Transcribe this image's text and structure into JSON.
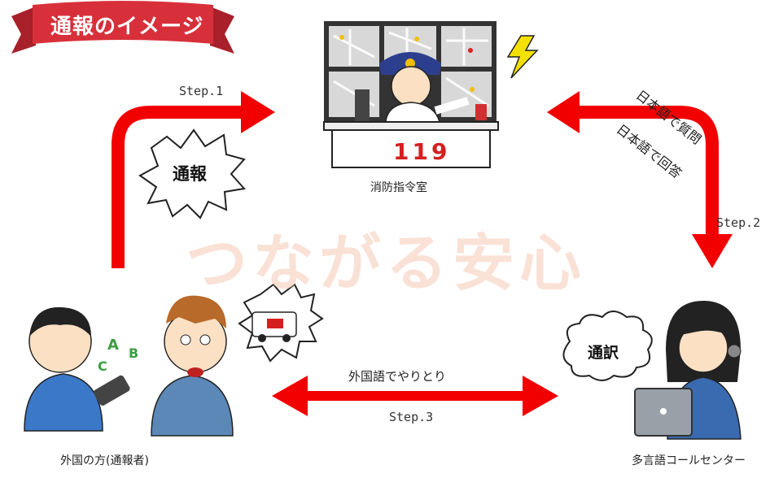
{
  "banner": {
    "title": "通報のイメージ"
  },
  "watermark": "つながる安心",
  "nodes": {
    "dispatch": {
      "label": "消防指令室",
      "board_number": "119"
    },
    "caller": {
      "label": "外国の方(通報者)"
    },
    "callcenter": {
      "label": "多言語コールセンター"
    }
  },
  "edges": {
    "step1": {
      "step": "Step.1",
      "bubble": "通報"
    },
    "step2": {
      "step": "Step.2",
      "line1": "日本語で質問",
      "line2": "日本語で回答"
    },
    "step3": {
      "step": "Step.3",
      "caption": "外国語でやりとり",
      "bubble": "通訳"
    }
  },
  "colors": {
    "arrow": "#f20000",
    "ribbon": "#d8303a",
    "watermark": "#f6c9b6"
  }
}
